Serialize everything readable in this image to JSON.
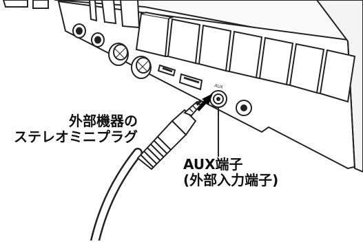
{
  "labels": {
    "plug_line1": "外部機器の",
    "plug_line2": "ステレオミニプラグ",
    "aux_line1": "AUX端子",
    "aux_line2": "(外部入力端子)"
  },
  "panel_marking": "AUX",
  "icons": [
    "stereo-mini-plug",
    "aux-jack",
    "insert-arrow",
    "control-knob",
    "usb-port",
    "hdmi-port"
  ]
}
